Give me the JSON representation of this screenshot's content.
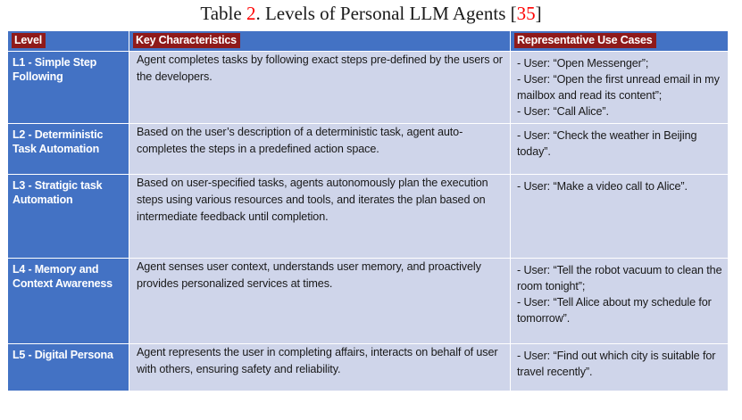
{
  "title": {
    "prefix": "Table ",
    "number": "2",
    "middle": ". Levels of Personal LLM Agents [",
    "citation": "35",
    "suffix": "]"
  },
  "table": {
    "headers": [
      "Level",
      "Key Characteristics",
      "Representative Use Cases"
    ],
    "rows": [
      {
        "level": "L1 - Simple Step Following",
        "characteristics": "Agent completes tasks by following exact steps pre-defined by the users or the developers.",
        "use_cases": "- User: “Open Messenger”;\n- User: “Open the first unread email in my mailbox and read its content”;\n- User: “Call Alice”."
      },
      {
        "level": "L2 - Deterministic Task Automation",
        "characteristics": "Based on the user’s description of a deterministic task, agent auto-completes the steps in a predefined action space.",
        "use_cases": "- User: “Check the weather in Beijing today”."
      },
      {
        "level": "L3 - Stratigic task Automation",
        "characteristics": "Based on user-specified tasks, agents autonomously plan the execution steps using various resources and tools, and iterates the plan based on intermediate feedback until completion.",
        "use_cases": "- User: “Make a video call to Alice”."
      },
      {
        "level": "L4 - Memory and Context Awareness",
        "characteristics": "Agent senses user context, understands user memory, and proactively provides personalized services at times.",
        "use_cases": "- User: “Tell the robot vacuum to clean the room tonight”;\n- User: “Tell Alice about my schedule for tomorrow”."
      },
      {
        "level": "L5 - Digital Persona",
        "characteristics": "Agent represents the user in completing affairs, interacts on behalf of user with others, ensuring safety and reliability.",
        "use_cases": "- User: “Find out which city is suitable for travel recently”."
      }
    ]
  },
  "colors": {
    "header_blue": "#4372c4",
    "header_label_red": "#8f1a1a",
    "body_lavender": "#cfd5ea",
    "citation_red": "#ff0000"
  }
}
